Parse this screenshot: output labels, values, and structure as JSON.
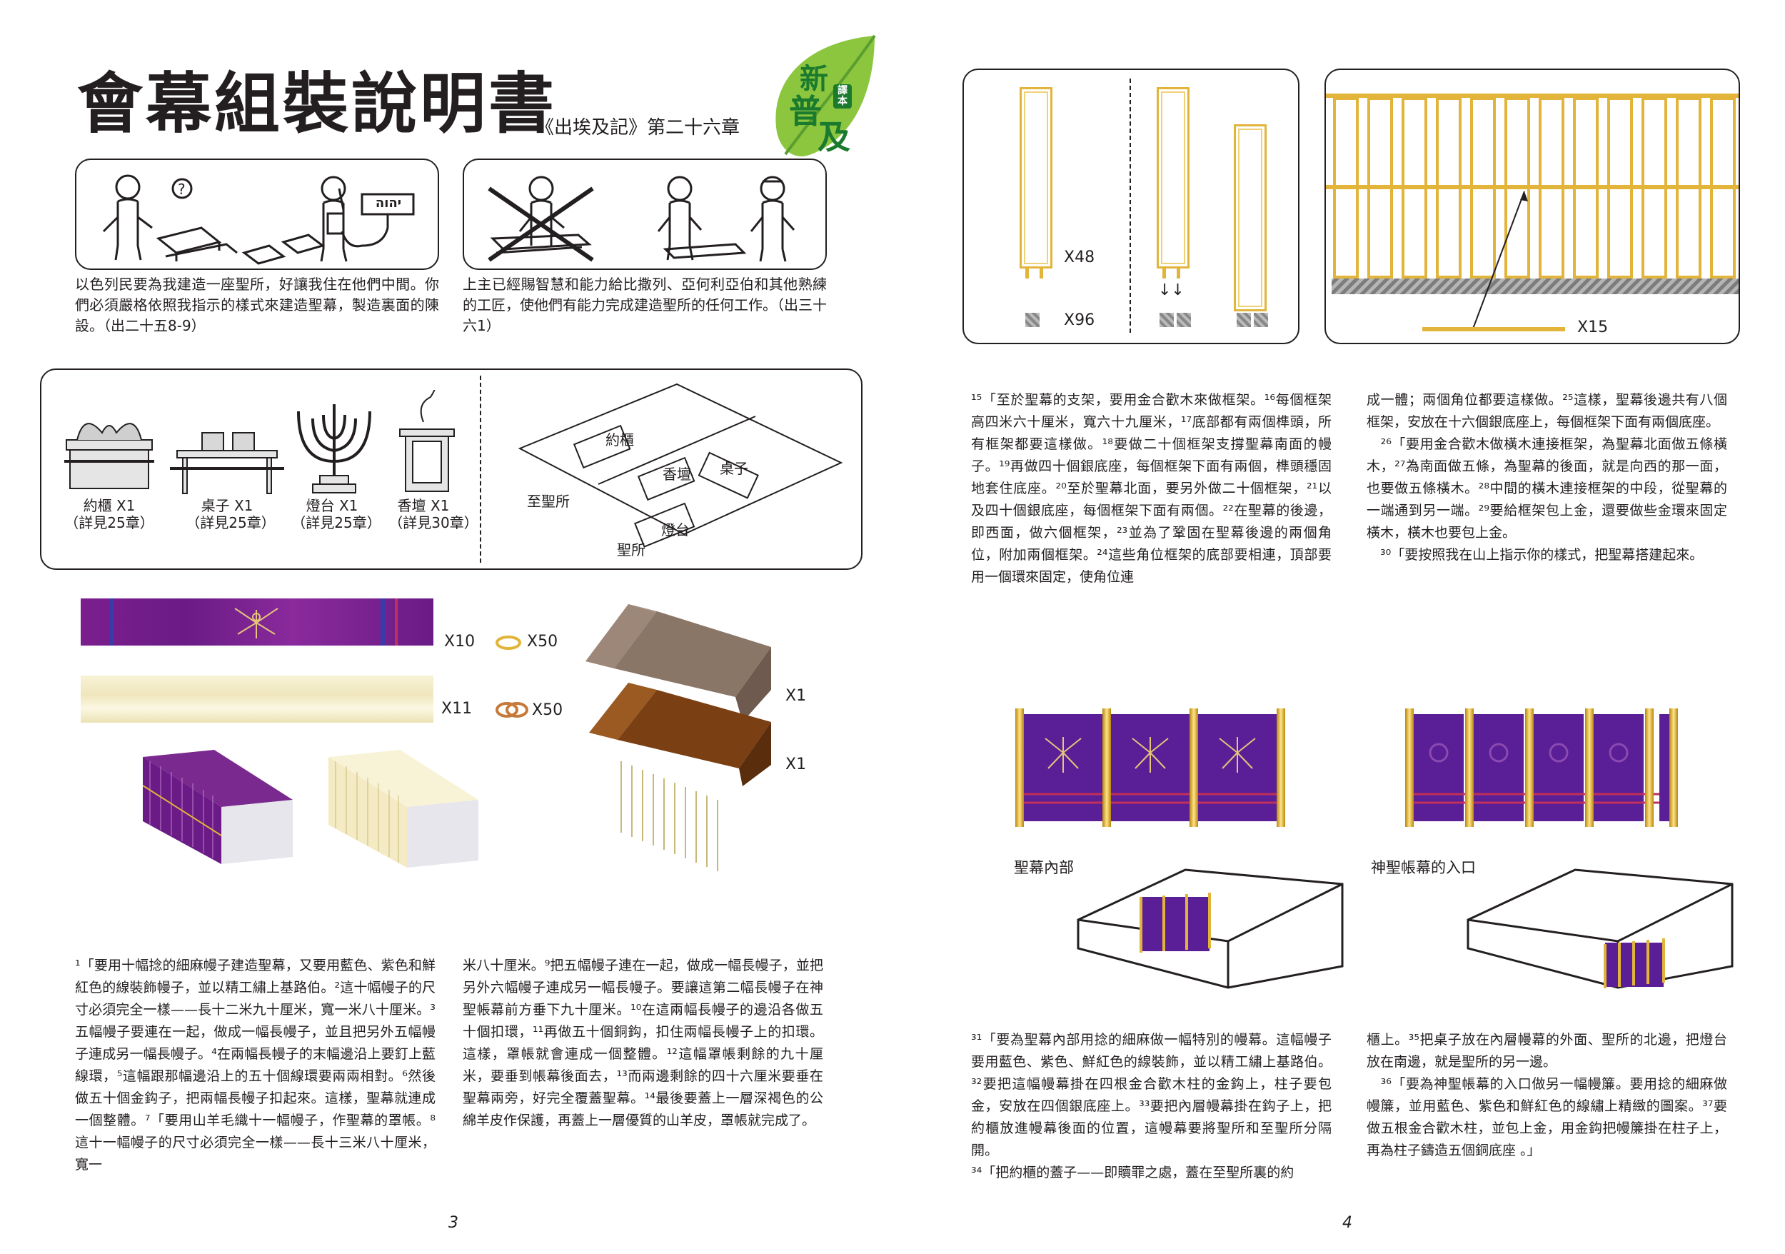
{
  "title": {
    "main": "會幕組裝說明書",
    "sub": "《出埃及記》第二十六章"
  },
  "badge": {
    "line1": "新",
    "line2": "普",
    "line3": "及",
    "tag": "譯本",
    "colors": {
      "leaf": "#8cc63f",
      "leaf_dark": "#5a9e2f",
      "text": "#ffffff"
    }
  },
  "intro": {
    "left_text": "以色列民要為我建造一座聖所，好讓我住在他們中間。你們必須嚴格依照我指示的樣式來建造聖幕，製造裏面的陳設。（出二十五8-9）",
    "right_text": "上主已經賜智慧和能力給比撒列、亞何利亞伯和其他熟練的工匠，使他們有能力完成建造聖所的任何工作。（出三十六1）",
    "sign_text": "יהוה"
  },
  "furniture": [
    {
      "name": "約櫃 X1",
      "note": "（詳見25章）"
    },
    {
      "name": "桌子 X1",
      "note": "（詳見25章）"
    },
    {
      "name": "燈台 X1",
      "note": "（詳見25章）"
    },
    {
      "name": "香壇 X1",
      "note": "（詳見30章）"
    }
  ],
  "floorplan": {
    "ark": "約櫃",
    "incense": "香壇",
    "table": "桌子",
    "lampstand": "燈台",
    "holy_of_holies": "至聖所",
    "holy_place": "聖所"
  },
  "materials": {
    "curtain_count": "X10",
    "loop_count": "X50",
    "goat_count": "X11",
    "clasp_count": "X50",
    "cover1_count": "X1",
    "cover2_count": "X1"
  },
  "frames_panel": {
    "frame_count": "X48",
    "base_count": "X96",
    "bar_count": "X15"
  },
  "text_left_col1": "¹「要用十幅捻的細麻幔子建造聖幕，又要用藍色、紫色和鮮紅色的線裝飾幔子，並以精工繡上基路伯。²這十幅幔子的尺寸必須完全一樣——長十二米九十厘米，寬一米八十厘米。³五幅幔子要連在一起，做成一幅長幔子，並且把另外五幅幔子連成另一幅長幔子。⁴在兩幅長幔子的末幅邊沿上要釘上藍線環，⁵這幅跟那幅邊沿上的五十個線環要兩兩相對。⁶然後做五十個金鈎子，把兩幅長幔子扣起來。這樣，聖幕就連成一個整體。⁷「要用山羊毛織十一幅幔子，作聖幕的罩帳。⁸這十一幅幔子的尺寸必須完全一樣——長十三米八十厘米，寬一",
  "text_left_col2": "米八十厘米。⁹把五幅幔子連在一起，做成一幅長幔子，並把另外六幅幔子連成另一幅長幔子。要讓這第二幅長幔子在神聖帳幕前方垂下九十厘米。¹⁰在這兩幅長幔子的邊沿各做五十個扣環，¹¹再做五十個銅鈎，扣住兩幅長幔子上的扣環。這樣，罩帳就會連成一個整體。¹²這幅罩帳剩餘的九十厘米，要垂到帳幕後面去，¹³而兩邊剩餘的四十六厘米要垂在聖幕兩旁，好完全覆蓋聖幕。¹⁴最後要蓋上一層深褐色的公綿羊皮作保護，再蓋上一層優質的山羊皮，罩帳就完成了。",
  "text_right_top_col1": "¹⁵「至於聖幕的支架，要用金合歡木來做框架。¹⁶每個框架高四米六十厘米，寬六十九厘米，¹⁷底部都有兩個榫頭，所有框架都要這樣做。¹⁸要做二十個框架支撐聖幕南面的幔子。¹⁹再做四十個銀底座，每個框架下面有兩個，榫頭穩固地套住底座。²⁰至於聖幕北面，要另外做二十個框架，²¹以及四十個銀底座，每個框架下面有兩個。²²在聖幕的後邊，即西面，做六個框架，²³並為了鞏固在聖幕後邊的兩個角位，附加兩個框架。²⁴這些角位框架的底部要相連，頂部要用一個環來固定，使角位連",
  "text_right_top_col2": "成一體；兩個角位都要這樣做。²⁵這樣，聖幕後邊共有八個框架，安放在十六個銀底座上，每個框架下面有兩個底座。\n　²⁶「要用金合歡木做橫木連接框架，為聖幕北面做五條橫木，²⁷為南面做五條，為聖幕的後面，就是向西的那一面，也要做五條橫木。²⁸中間的橫木連接框架的中段，從聖幕的一端通到另一端。²⁹要給框架包上金，還要做些金環來固定橫木，橫木也要包上金。\n　³⁰「要按照我在山上指示你的樣式，把聖幕搭建起來。",
  "veil": {
    "inner_label": "聖幕內部",
    "entrance_label": "神聖帳幕的入口"
  },
  "text_right_bottom_col1": "³¹「要為聖幕內部用捻的細麻做一幅特別的幔幕。這幅幔子要用藍色、紫色、鮮紅色的線裝飾，並以精工繡上基路伯。³²要把這幅幔幕掛在四根金合歡木柱的金鈎上，柱子要包金，安放在四個銀底座上。³³要把內層幔幕掛在鈎子上，把約櫃放進幔幕後面的位置，這幔幕要將聖所和至聖所分隔開。\n³⁴「把約櫃的蓋子——即贖罪之處，蓋在至聖所裏的約",
  "text_right_bottom_col2": "櫃上。³⁵把桌子放在內層幔幕的外面、聖所的北邊，把燈台放在南邊，就是聖所的另一邊。\n　³⁶「要為神聖帳幕的入口做另一幅幔簾。要用捻的細麻做幔簾，並用藍色、紫色和鮮紅色的線繡上精緻的圖案。³⁷要做五根金合歡木柱，並包上金，用金鈎把幔簾掛在柱子上，再為柱子鑄造五個銅底座 。」",
  "page_numbers": {
    "left": "3",
    "right": "4"
  },
  "colors": {
    "purple": "#6a1b86",
    "gold": "#e2b43a",
    "linen": "#f6efc9",
    "brown_light": "#8a7667",
    "brown_dark": "#7a3f12"
  }
}
